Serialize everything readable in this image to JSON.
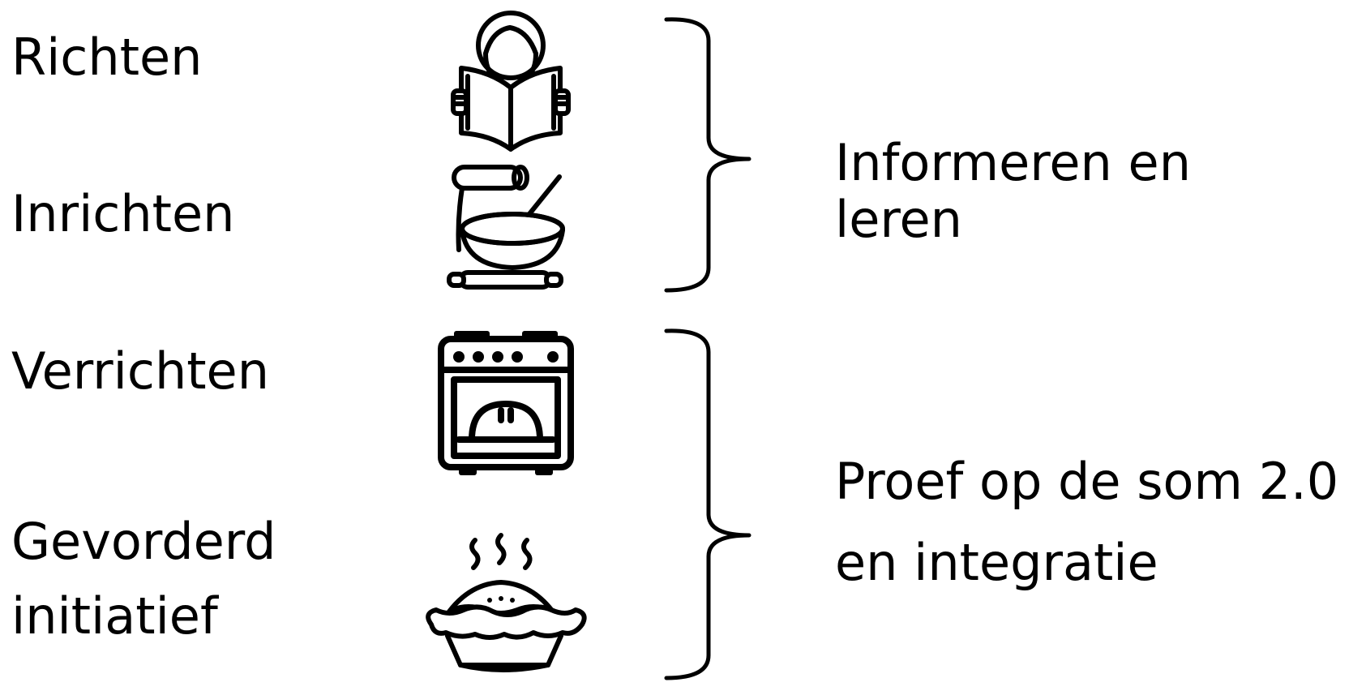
{
  "stages": [
    {
      "label_lines": [
        "Richten"
      ],
      "icon": "reading-book-icon"
    },
    {
      "label_lines": [
        "Inrichten"
      ],
      "icon": "baking-tools-icon"
    },
    {
      "label_lines": [
        "Verrichten"
      ],
      "icon": "oven-icon"
    },
    {
      "label_lines": [
        "Gevorderd",
        "initiatief"
      ],
      "icon": "pie-icon"
    }
  ],
  "groups": [
    {
      "label_lines": [
        "Informeren en",
        "leren"
      ],
      "covers": [
        0,
        1
      ]
    },
    {
      "label_lines": [
        "Proef op de som 2.0",
        "en integratie"
      ],
      "covers": [
        2,
        3
      ]
    }
  ]
}
